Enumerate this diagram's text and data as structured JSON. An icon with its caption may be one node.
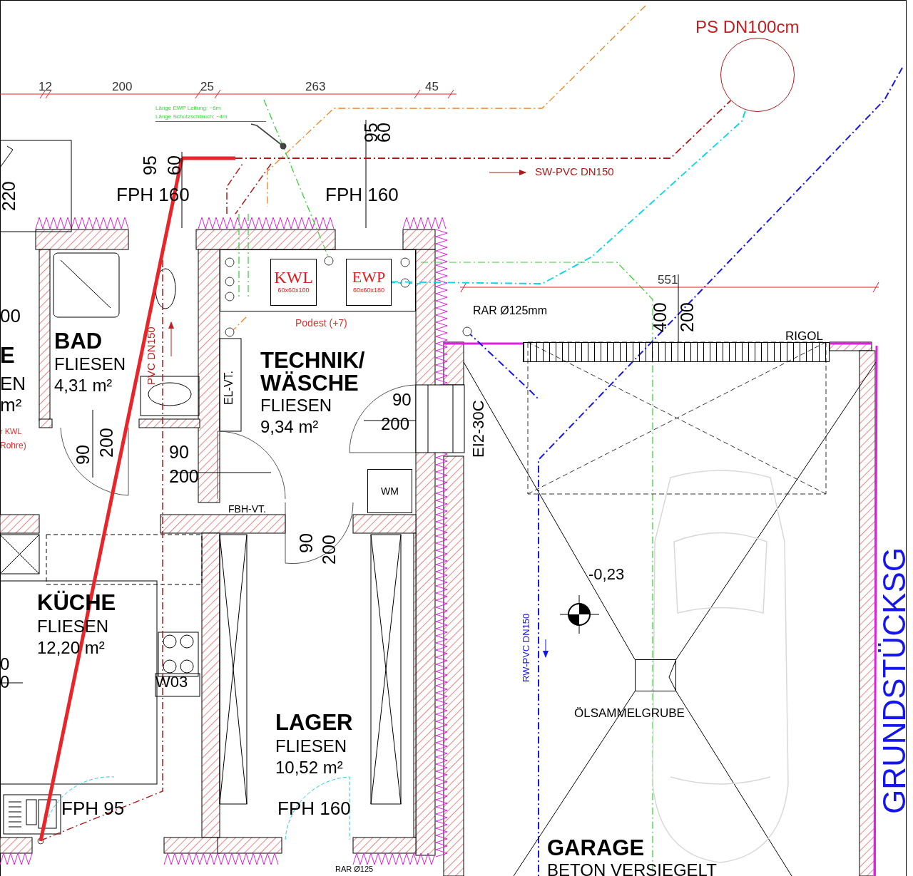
{
  "diagram": {
    "nodes": [
      {
        "text": [
          "BAD",
          "FLIESEN",
          "4,31 m²"
        ]
      },
      {
        "text": [
          "TECHNIK/ WÄSCHE",
          "FLIESEN",
          "9,34 m²"
        ]
      },
      {
        "text": [],
        "shape": "box",
        "in": 1,
        "beside": [
          "Podest (+7)"
        ]
      },
      {
        "text": [
          "KWL",
          "60x60x100"
        ],
        "in": 2
      },
      {
        "text": [
          "EWP",
          "60x60x180"
        ],
        "in": 2
      },
      {
        "text": [
          "WM"
        ],
        "in": 1
      },
      {
        "text": [
          "KÜCHE",
          "FLIESEN",
          "12,20 m²"
        ]
      },
      {
        "text": [
          "LAGER",
          "FLIESEN",
          "10,52 m²"
        ]
      },
      {
        "text": [
          "GARAGE",
          "BETON VERSIEGELT"
        ]
      },
      {
        "text": [],
        "shape": "box",
        "in": 8,
        "beside": [
          "ÖLSAMMELGRUBE"
        ]
      },
      {
        "text": [],
        "shape": "circle",
        "beside": [
          "PS DN100cm"
        ]
      },
      {
        "text": [],
        "shape": "box",
        "in": 8,
        "beside": [
          "RIGOL"
        ]
      },
      {
        "text": [
          "Länge EWP Leitung: ~6m",
          "Länge Schutzschlauch: ~4m"
        ]
      }
    ],
    "edges": [
      {
        "from": 4,
        "to": 10,
        "arrow": "none",
        "style": "dashed",
        "color": "#00d8e8"
      },
      {
        "from": null,
        "to": 10,
        "arrow": "none",
        "style": "dashed",
        "color": "#b01818"
      },
      {
        "from": 12,
        "to": null,
        "arrow": "other",
        "color": "#444444"
      }
    ],
    "labels": [
      "12",
      "200",
      "25",
      "263",
      "45",
      "95",
      "60",
      "95",
      "60",
      "220",
      "FPH 160",
      "FPH 160",
      "SW-PVC DN150",
      "551",
      "400",
      "200",
      "RAR Ø125mm",
      "00",
      "E",
      "EN",
      "m²",
      "r  KWL",
      "Rohre)",
      "PVC DN150",
      "EL-VT.",
      "90",
      "200",
      "EI2-30C",
      "90",
      "200",
      "90",
      "200",
      "FBH-VT.",
      "90",
      "200",
      "-0,23",
      "RW-PVC DN150",
      "0",
      "0",
      "W03",
      "FPH 95",
      "FPH 160",
      "GRUNDSTÜCKSG",
      "RAR Ø125"
    ]
  }
}
